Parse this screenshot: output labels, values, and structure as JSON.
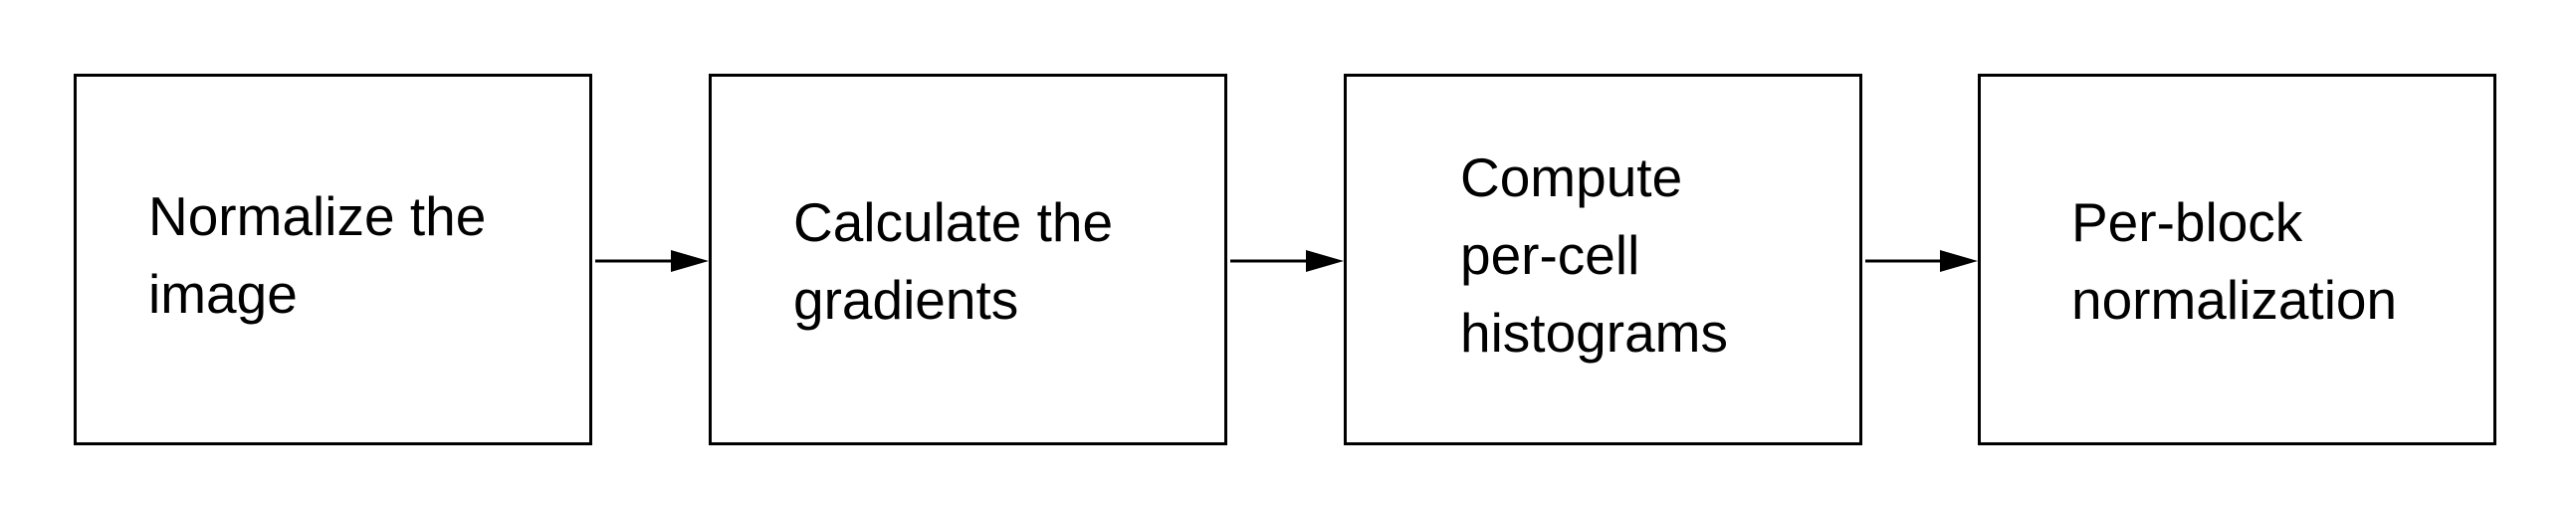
{
  "diagram": {
    "steps": [
      {
        "id": "step-normalize-image",
        "lines": [
          "Normalize the",
          "image"
        ]
      },
      {
        "id": "step-calculate-gradients",
        "lines": [
          "Calculate the",
          "gradients"
        ]
      },
      {
        "id": "step-compute-histograms",
        "lines": [
          "Compute",
          "per-cell",
          "histograms"
        ]
      },
      {
        "id": "step-block-normalization",
        "lines": [
          "Per-block",
          "normalization"
        ]
      }
    ],
    "connections": [
      {
        "from": "step-normalize-image",
        "to": "step-calculate-gradients"
      },
      {
        "from": "step-calculate-gradients",
        "to": "step-compute-histograms"
      },
      {
        "from": "step-compute-histograms",
        "to": "step-block-normalization"
      }
    ],
    "colors": {
      "stroke": "#000000",
      "text": "#000000",
      "background": "#ffffff"
    }
  }
}
